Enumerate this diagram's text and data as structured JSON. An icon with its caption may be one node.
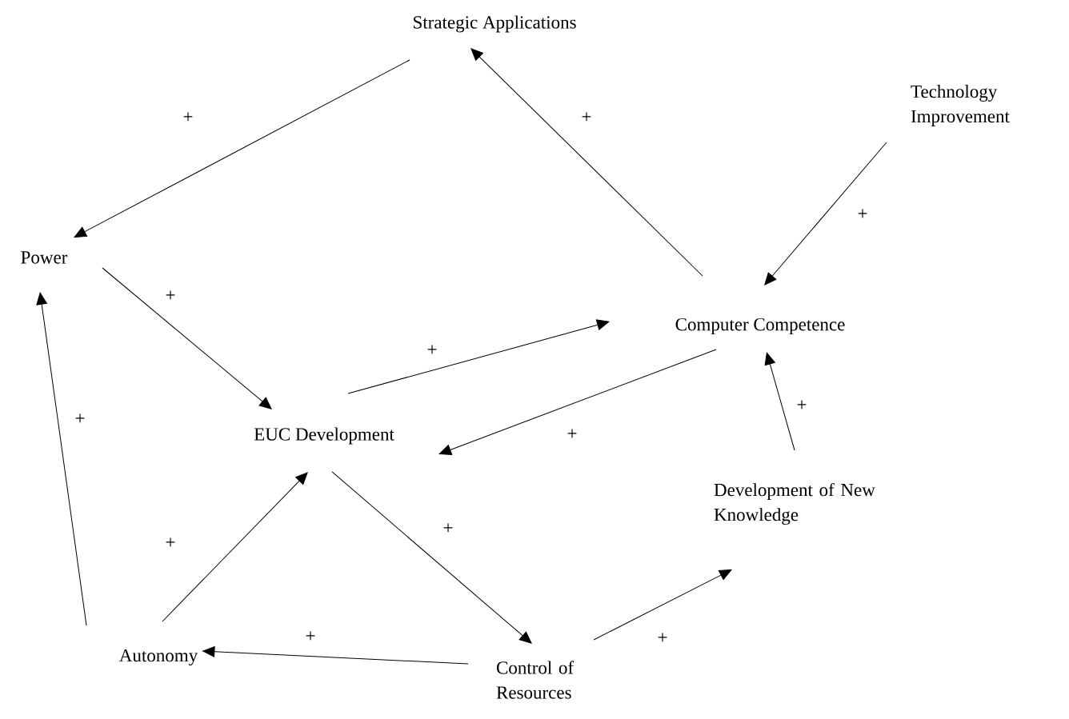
{
  "diagram": {
    "nodes": [
      {
        "text": [
          "Strategic Applications"
        ]
      },
      {
        "text": [
          "Technology Improvement"
        ]
      },
      {
        "text": [
          "Power"
        ]
      },
      {
        "text": [
          "Computer Competence"
        ]
      },
      {
        "text": [
          "EUC Development"
        ]
      },
      {
        "text": [
          "Development of New Knowledge"
        ]
      },
      {
        "text": [
          "Autonomy"
        ]
      },
      {
        "text": [
          "Control of Resources"
        ]
      }
    ],
    "edges": [
      {
        "from": 0,
        "to": 2,
        "arrow": "to",
        "label": "+"
      },
      {
        "from": 3,
        "to": 0,
        "arrow": "to",
        "label": "+"
      },
      {
        "from": 1,
        "to": 3,
        "arrow": "to",
        "label": "+"
      },
      {
        "from": 2,
        "to": 4,
        "arrow": "to",
        "label": "+"
      },
      {
        "from": 4,
        "to": 3,
        "arrow": "to",
        "label": "+"
      },
      {
        "from": 3,
        "to": 4,
        "arrow": "to",
        "label": "+"
      },
      {
        "from": 6,
        "to": 2,
        "arrow": "to",
        "label": "+"
      },
      {
        "from": 5,
        "to": 3,
        "arrow": "to",
        "label": "+"
      },
      {
        "from": 6,
        "to": 4,
        "arrow": "to",
        "label": "+"
      },
      {
        "from": 4,
        "to": 7,
        "arrow": "to",
        "label": "+"
      },
      {
        "from": 7,
        "to": 6,
        "arrow": "to",
        "label": "+"
      },
      {
        "from": 7,
        "to": 5,
        "arrow": "to",
        "label": "+"
      }
    ]
  }
}
